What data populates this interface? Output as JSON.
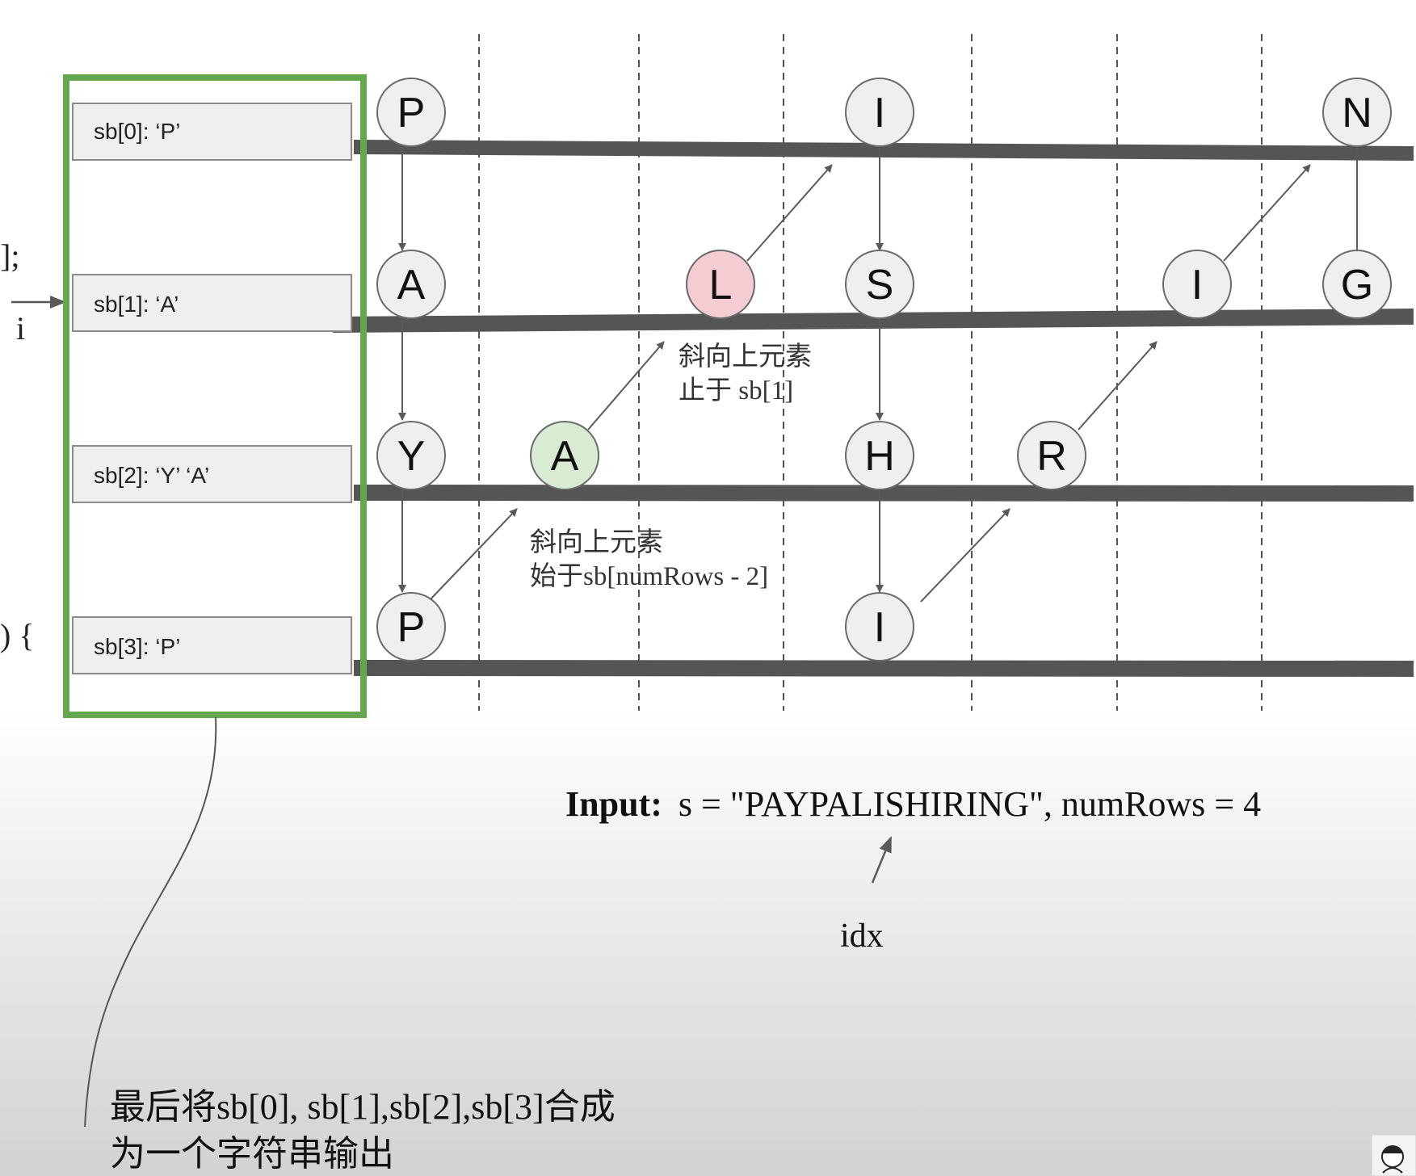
{
  "code_fragments": {
    "line1": "];",
    "line2": ") {"
  },
  "pointer_label": "i",
  "sb_buffers": [
    {
      "label": "sb[0]: ‘P’"
    },
    {
      "label": "sb[1]: ‘A’"
    },
    {
      "label": "sb[2]: ‘Y’  ‘A’"
    },
    {
      "label": "sb[3]: ‘P’"
    }
  ],
  "zigzag_nodes": [
    {
      "letter": "P",
      "row": 0,
      "col": 0,
      "highlight": "none"
    },
    {
      "letter": "A",
      "row": 1,
      "col": 0,
      "highlight": "none"
    },
    {
      "letter": "Y",
      "row": 2,
      "col": 0,
      "highlight": "none"
    },
    {
      "letter": "P",
      "row": 3,
      "col": 0,
      "highlight": "none"
    },
    {
      "letter": "A",
      "row": 2,
      "col": 1,
      "highlight": "green"
    },
    {
      "letter": "L",
      "row": 1,
      "col": 2,
      "highlight": "red"
    },
    {
      "letter": "I",
      "row": 0,
      "col": 3,
      "highlight": "none"
    },
    {
      "letter": "S",
      "row": 1,
      "col": 3,
      "highlight": "none"
    },
    {
      "letter": "H",
      "row": 2,
      "col": 3,
      "highlight": "none"
    },
    {
      "letter": "I",
      "row": 3,
      "col": 3,
      "highlight": "none"
    },
    {
      "letter": "R",
      "row": 2,
      "col": 4,
      "highlight": "none"
    },
    {
      "letter": "I",
      "row": 1,
      "col": 5,
      "highlight": "none"
    },
    {
      "letter": "N",
      "row": 0,
      "col": 6,
      "highlight": "none"
    },
    {
      "letter": "G",
      "row": 1,
      "col": 6,
      "highlight": "none"
    }
  ],
  "annotations": {
    "diag_end_line1": "斜向上元素",
    "diag_end_line2": "止于 sb[1]",
    "diag_start_line1": "斜向上元素",
    "diag_start_line2": "始于sb[numRows - 2]"
  },
  "input": {
    "prefix": "Input:",
    "expression": "s = \"PAYPALISHIRING\", numRows = 4"
  },
  "idx_label": "idx",
  "footer": {
    "line1": "最后将sb[0], sb[1],sb[2],sb[3]合成",
    "line2": "为一个字符串输出"
  },
  "colors": {
    "buffer_frame": "#63a84f",
    "node_fill": "#efefef",
    "node_green": "#d8ecd3",
    "node_red": "#f4cdd2",
    "rail": "#555555",
    "arrow": "#5a5a5a"
  }
}
